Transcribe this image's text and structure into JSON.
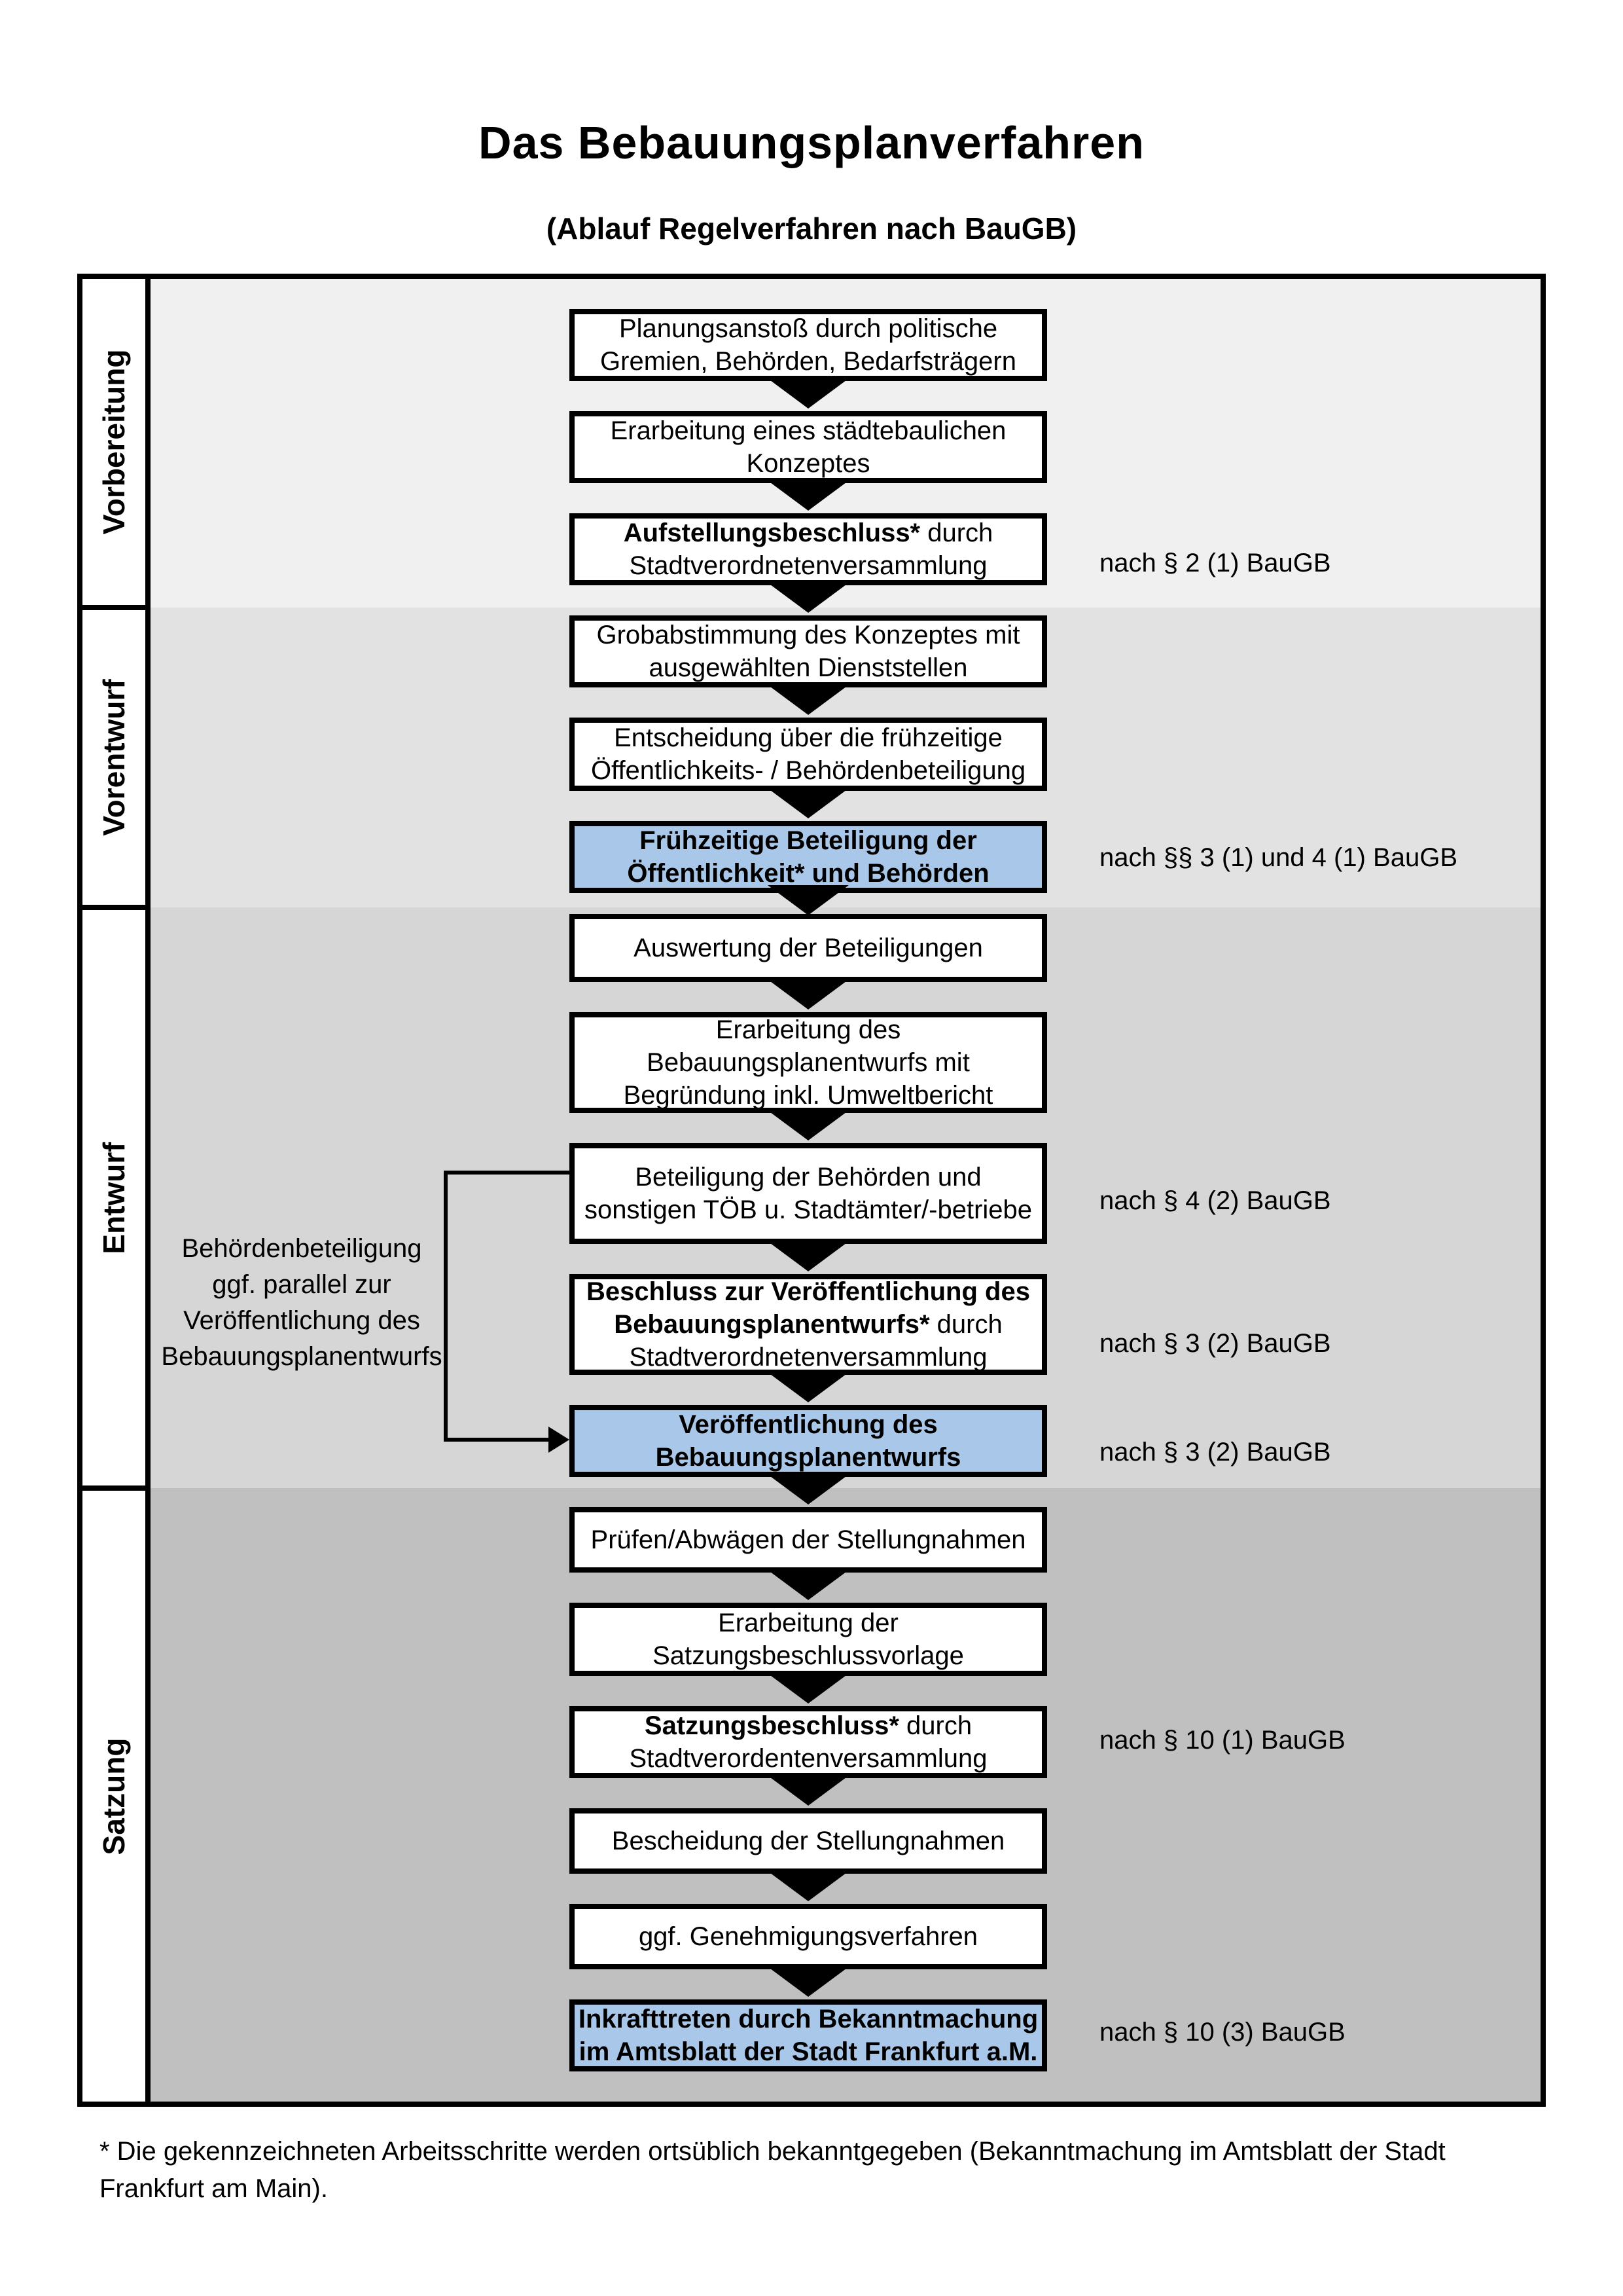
{
  "title": "Das Bebauungsplanverfahren",
  "subtitle": "(Ablauf Regelverfahren nach BauGB)",
  "phases": [
    {
      "label": "Vorbereitung"
    },
    {
      "label": "Vorentwurf"
    },
    {
      "label": "Entwurf"
    },
    {
      "label": "Satzung"
    }
  ],
  "steps": [
    {
      "lines": [
        {
          "b": "",
          "r": "Planungsanstoß durch politische"
        },
        {
          "b": "",
          "r": "Gremien, Behörden, Bedarfsträgern"
        }
      ]
    },
    {
      "lines": [
        {
          "b": "",
          "r": "Erarbeitung eines städtebaulichen"
        },
        {
          "b": "",
          "r": "Konzeptes"
        }
      ]
    },
    {
      "lines": [
        {
          "b": "Aufstellungsbeschluss*",
          "r": " durch"
        },
        {
          "b": "",
          "r": "Stadtverordnetenversammlung"
        }
      ]
    },
    {
      "lines": [
        {
          "b": "",
          "r": "Grobabstimmung des Konzeptes mit"
        },
        {
          "b": "",
          "r": "ausgewählten Dienststellen"
        }
      ]
    },
    {
      "lines": [
        {
          "b": "",
          "r": "Entscheidung über die frühzeitige"
        },
        {
          "b": "",
          "r": "Öffentlichkeits- / Behördenbeteiligung"
        }
      ]
    },
    {
      "lines": [
        {
          "b": "Frühzeitige Beteiligung der",
          "r": ""
        },
        {
          "b": "Öffentlichkeit* und Behörden",
          "r": ""
        }
      ]
    },
    {
      "lines": [
        {
          "b": "",
          "r": "Auswertung der Beteiligungen"
        }
      ]
    },
    {
      "lines": [
        {
          "b": "",
          "r": "Erarbeitung des"
        },
        {
          "b": "",
          "r": "Bebauungsplanentwurfs mit"
        },
        {
          "b": "",
          "r": "Begründung inkl. Umweltbericht"
        }
      ]
    },
    {
      "lines": [
        {
          "b": "",
          "r": "Beteiligung der Behörden und"
        },
        {
          "b": "",
          "r": "sonstigen TÖB u. Stadtämter/-betriebe"
        }
      ]
    },
    {
      "lines": [
        {
          "b": "Beschluss zur Veröffentlichung des",
          "r": ""
        },
        {
          "b": "Bebauungsplanentwurfs*",
          "r": " durch"
        },
        {
          "b": "",
          "r": "Stadtverordnetenversammlung"
        }
      ]
    },
    {
      "lines": [
        {
          "b": "Veröffentlichung des",
          "r": ""
        },
        {
          "b": "Bebauungsplanentwurfs",
          "r": ""
        }
      ]
    },
    {
      "lines": [
        {
          "b": "",
          "r": "Prüfen/Abwägen der Stellungnahmen"
        }
      ]
    },
    {
      "lines": [
        {
          "b": "",
          "r": "Erarbeitung der"
        },
        {
          "b": "",
          "r": "Satzungsbeschlussvorlage"
        }
      ]
    },
    {
      "lines": [
        {
          "b": "Satzungsbeschluss*",
          "r": " durch"
        },
        {
          "b": "",
          "r": "Stadtverordentenversammlung"
        }
      ]
    },
    {
      "lines": [
        {
          "b": "",
          "r": "Bescheidung der Stellungnahmen"
        }
      ]
    },
    {
      "lines": [
        {
          "b": "",
          "r": "ggf. Genehmigungsverfahren"
        }
      ]
    },
    {
      "lines": [
        {
          "b": "Inkrafttreten",
          "r": " durch Bekanntmachung"
        },
        {
          "b": "",
          "r": "im Amtsblatt der Stadt Frankfurt a.M."
        }
      ]
    }
  ],
  "refs": [
    "nach § 2 (1) BauGB",
    "nach §§ 3 (1) und 4 (1) BauGB",
    "nach § 4 (2) BauGB",
    "nach § 3 (2) BauGB",
    "nach § 3 (2) BauGB",
    "nach § 10 (1) BauGB",
    "nach § 10 (3) BauGB"
  ],
  "annotation": {
    "l1": "Behördenbeteiligung",
    "l2": "ggf. parallel zur",
    "l3": "Veröffentlichung des",
    "l4": "Bebauungsplanentwurfs"
  },
  "footnote": "* Die gekennzeichneten Arbeitsschritte werden ortsüblich bekanntgegeben (Bekanntmachung im Amtsblatt  der Stadt Frankfurt am Main).",
  "colors": {
    "highlight_box": "#a9c7e8",
    "band_vorbereitung": "#f0f0f0",
    "band_vorentwurf": "#e2e2e2",
    "band_entwurf": "#d6d6d6",
    "band_satzung": "#c0c0c0",
    "border": "#000000"
  }
}
